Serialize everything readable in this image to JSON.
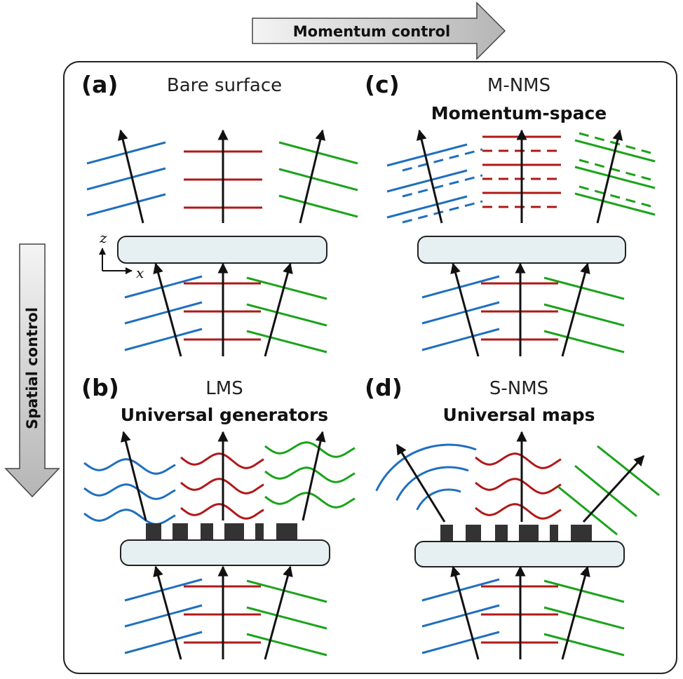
{
  "top_arrow": {
    "label": "Momentum control"
  },
  "left_arrow": {
    "label": "Spatial control"
  },
  "axes": {
    "z": "z",
    "x": "x"
  },
  "panels": [
    {
      "id": "a",
      "letter": "(a)",
      "title": "Bare surface",
      "subtitle": ""
    },
    {
      "id": "b",
      "letter": "(b)",
      "title": "LMS",
      "subtitle": "Universal generators"
    },
    {
      "id": "c",
      "letter": "(c)",
      "title": "M-NMS",
      "subtitle": "Momentum-space"
    },
    {
      "id": "d",
      "letter": "(d)",
      "title": "S-NMS",
      "subtitle": "Universal maps"
    }
  ],
  "colors": {
    "blue": "#1f6fbf",
    "red": "#b01818",
    "green": "#1aa31a",
    "slab": "#e6f0f2",
    "meta": "#333333",
    "frame": "#222222"
  }
}
